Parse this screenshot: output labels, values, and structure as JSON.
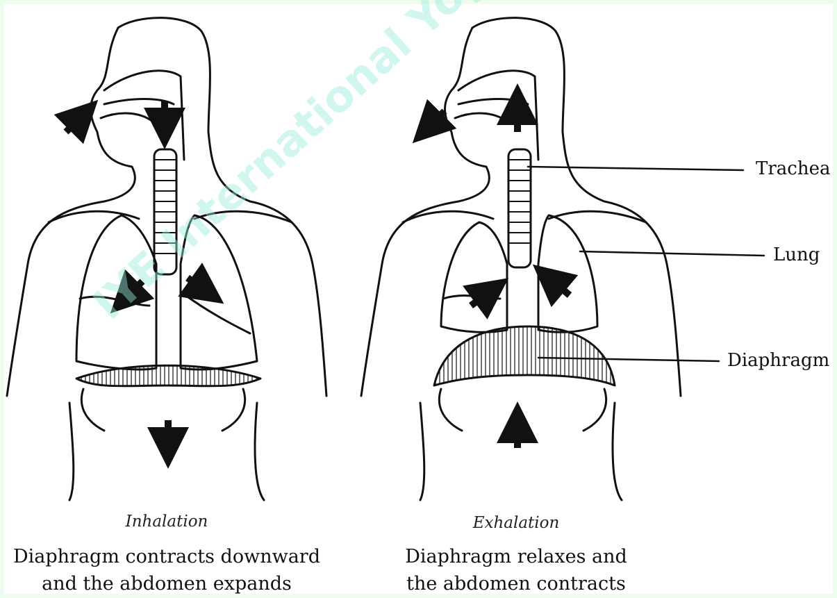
{
  "left_panel": {
    "title": "Inhalation",
    "line1": "Diaphragm contracts downward",
    "line2": "and the abdomen expands"
  },
  "right_panel": {
    "title": "Exhalation",
    "line1": "Diaphragm relaxes and",
    "line2": "the abdomen contracts"
  },
  "labels": {
    "trachea": "Trachea",
    "lung": "Lung",
    "diaphragm": "Diaphragm"
  },
  "watermark": "IYE International Yoga Teacher",
  "colors": {
    "ink": "#111111",
    "background": "#ffffff",
    "border": "#eefcee",
    "watermark": "#96ebdc"
  }
}
